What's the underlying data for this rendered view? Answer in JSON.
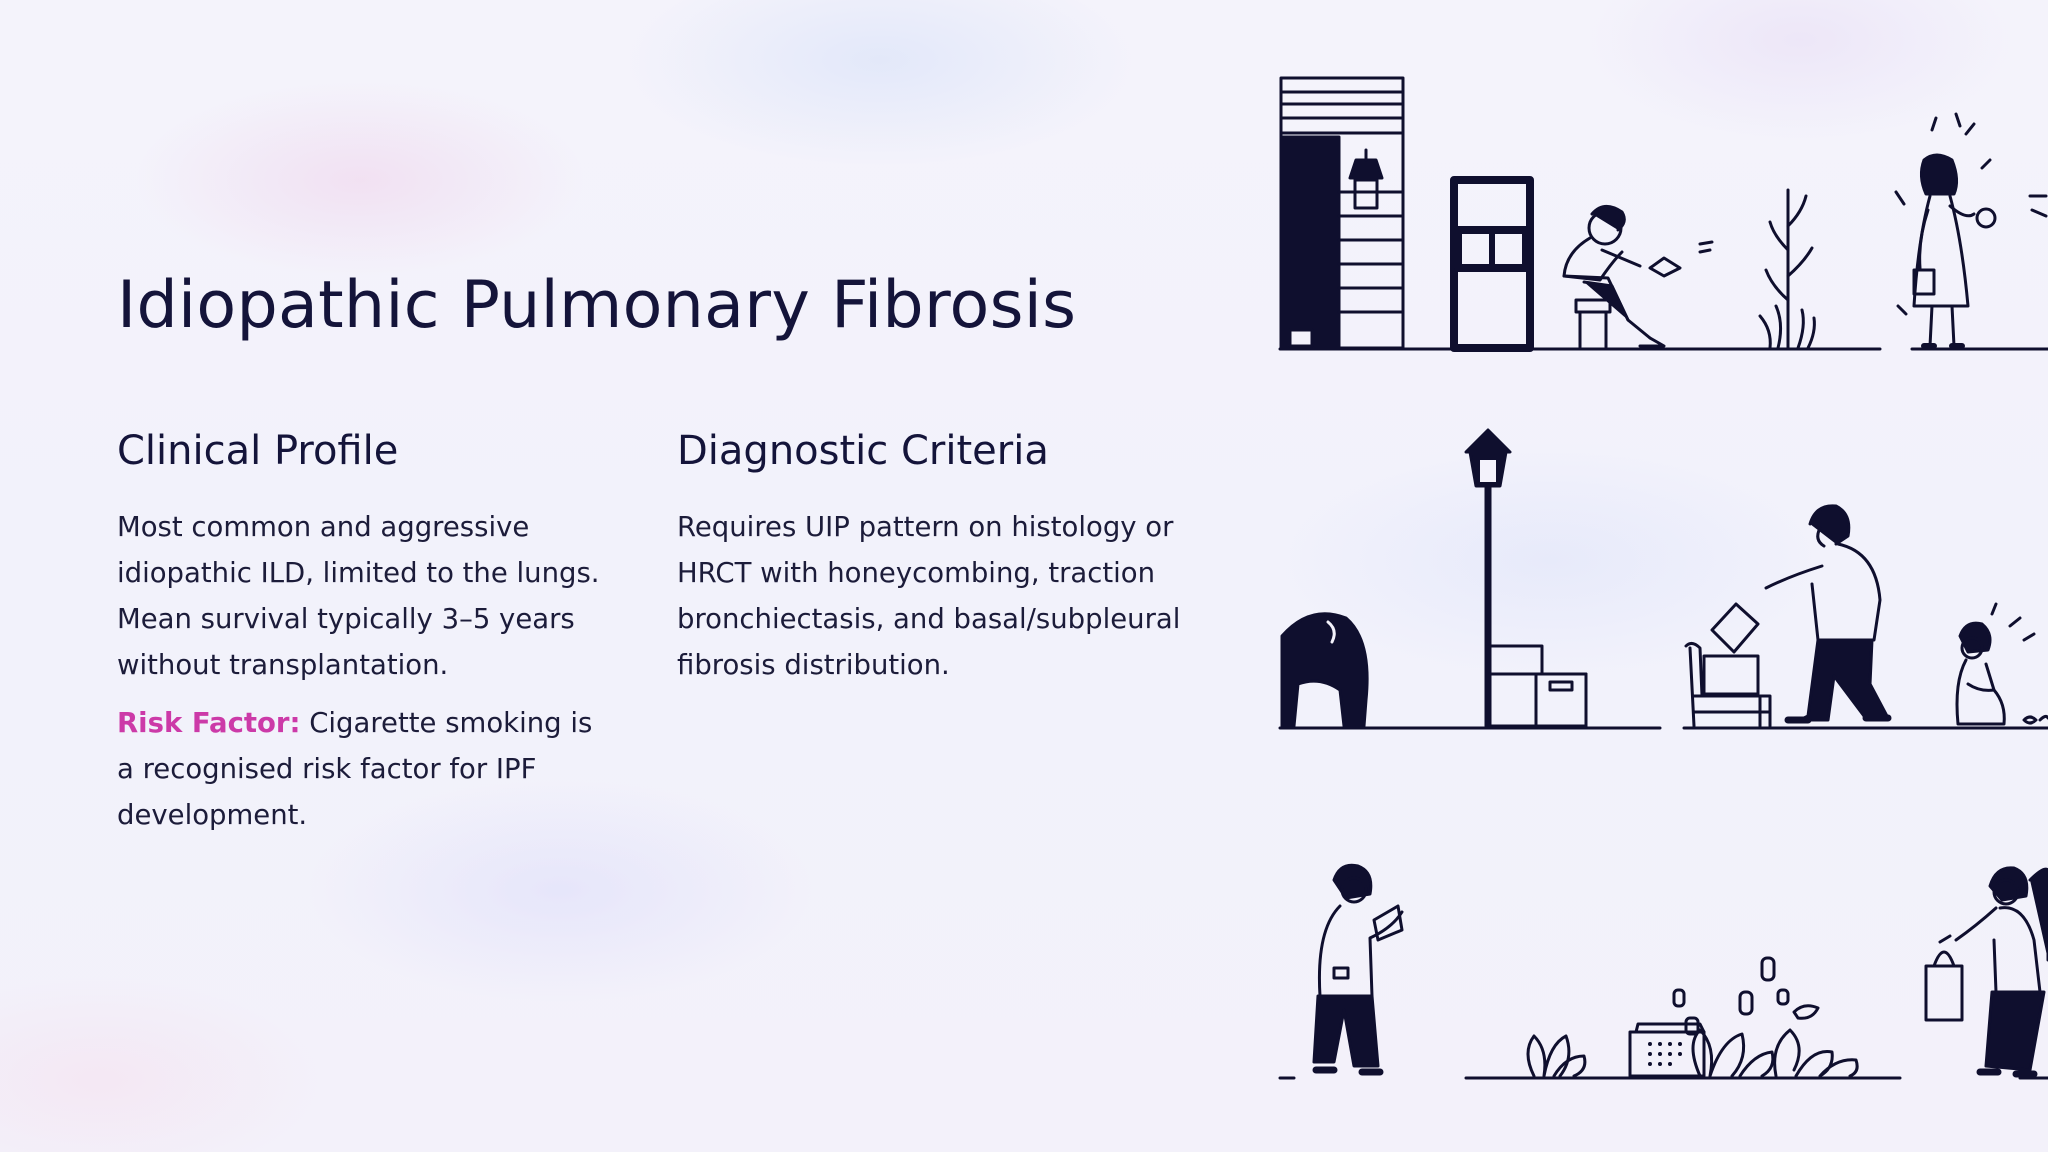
{
  "slide": {
    "title": "Idiopathic Pulmonary Fibrosis",
    "clinical_profile": {
      "heading": "Clinical Profile",
      "body": "Most common and aggressive idiopathic ILD, limited to the lungs. Mean survival typically 3–5 years without transplantation.",
      "risk_label": "Risk Factor:",
      "risk_text": " Cigarette smoking is a recognised risk factor for IPF development."
    },
    "diagnostic_criteria": {
      "heading": "Diagnostic Criteria",
      "body": "Requires UIP pattern on histology or HRCT with honeycombing, traction bronchiectasis, and basal/subpleural fibrosis distribution."
    }
  },
  "colors": {
    "text": "#14143a",
    "accent": "#cc3aa8",
    "ink": "#0f0f2e"
  },
  "illustration": {
    "icons": [
      "building-icon",
      "lamp-icon",
      "door-icon",
      "seated-reader-icon",
      "plant-icon",
      "woman-figure-icon",
      "bent-figure-icon",
      "street-lamp-icon",
      "box-icon",
      "chair-icon",
      "mover-figure-icon",
      "sitting-child-icon",
      "standing-man-icon",
      "calendar-icon",
      "bushes-icon",
      "shopper-figure-icon"
    ]
  }
}
